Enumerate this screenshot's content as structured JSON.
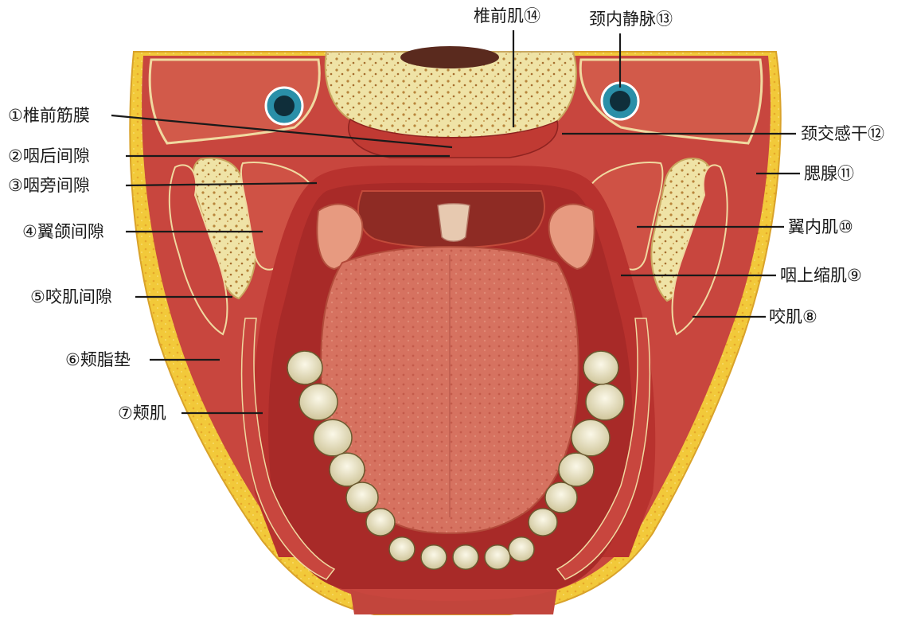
{
  "labels": {
    "l1": "①椎前筋膜",
    "l2": "②咽后间隙",
    "l3": "③咽旁间隙",
    "l4": "④翼颌间隙",
    "l5": "⑤咬肌间隙",
    "l6": "⑥颊脂垫",
    "l7": "⑦颊肌",
    "r8": "咬肌⑧",
    "r9": "咽上缩肌⑨",
    "r10": "翼内肌⑩",
    "r11": "腮腺⑪",
    "r12": "颈交感干⑫",
    "r13": "颈内静脉⑬",
    "r14": "椎前肌⑭"
  },
  "colors": {
    "muscle": "#c8463e",
    "muscle_light": "#e07a66",
    "fat": "#f2c93a",
    "bone": "#efe3a6",
    "bone_dot": "#b8843a",
    "tongue": "#d8705c",
    "mucosa": "#b8322e",
    "tooth": "#f2ecd2",
    "vein": "#2a8fa8",
    "line": "#1a1a1a"
  }
}
